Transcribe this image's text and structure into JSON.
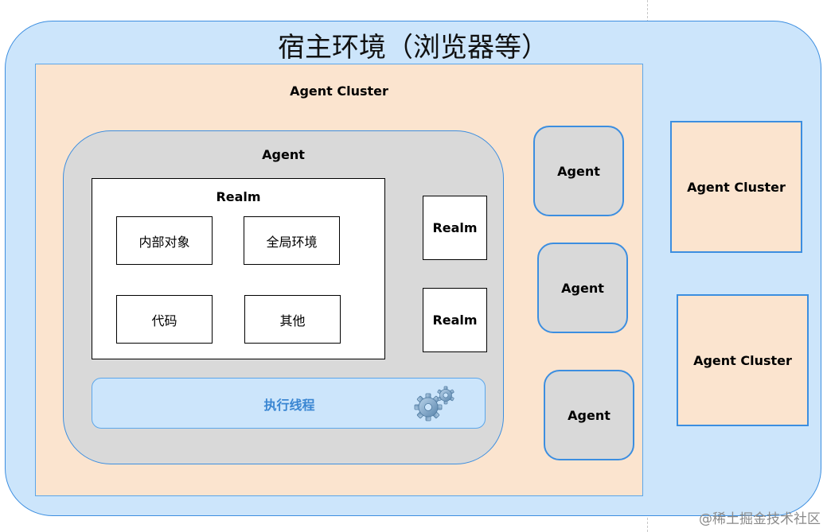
{
  "host": {
    "title": "宿主环境（浏览器等）"
  },
  "main_cluster": {
    "label": "Agent Cluster",
    "agent": {
      "label": "Agent",
      "realm": {
        "label": "Realm",
        "items": [
          "内部对象",
          "全局环境",
          "代码",
          "其他"
        ]
      },
      "side_realms": [
        "Realm",
        "Realm"
      ],
      "thread": {
        "label": "执行线程",
        "icon": "gears-icon"
      }
    },
    "other_agents": [
      "Agent",
      "Agent",
      "Agent"
    ]
  },
  "side_clusters": [
    "Agent Cluster",
    "Agent Cluster"
  ],
  "watermark": "@稀土掘金技术社区",
  "colors": {
    "host_bg": "#cce5fb",
    "border_blue": "#3c8ee0",
    "cluster_bg": "#fbe4cf",
    "agent_bg": "#d9d9d9",
    "thread_text": "#3a86d2"
  }
}
